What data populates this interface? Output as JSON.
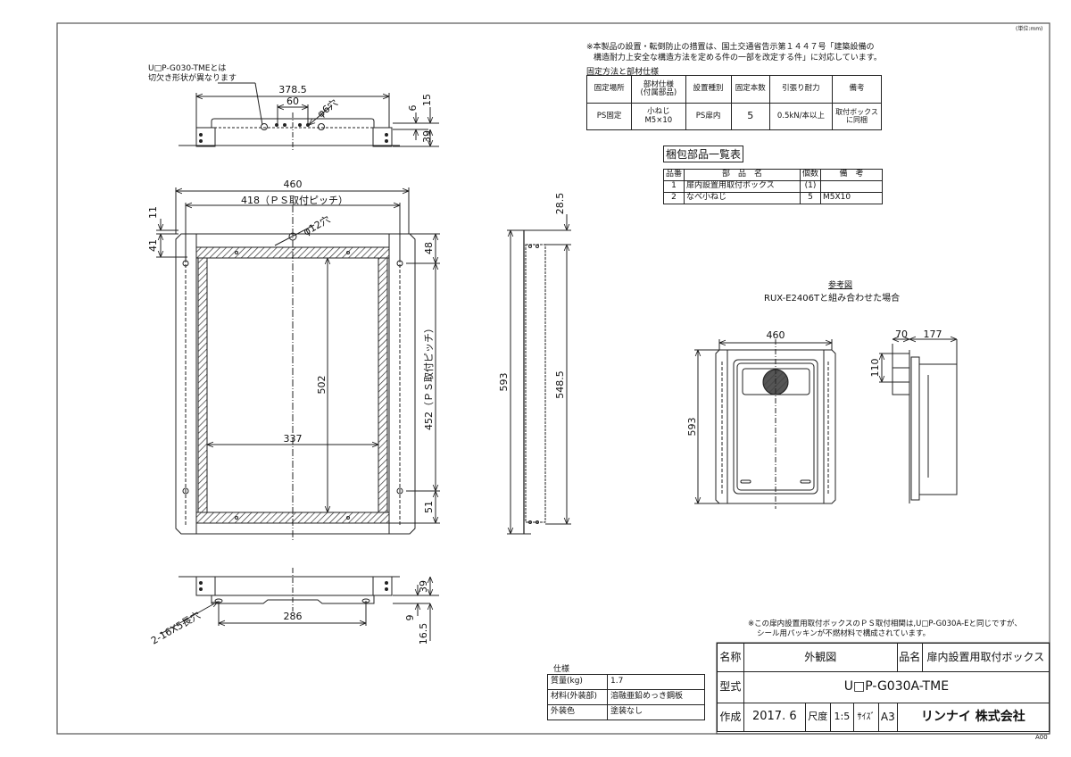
{
  "sheet": {
    "unit_label": "(単位:mm)",
    "revision": "A00"
  },
  "notes": {
    "top_note_line1": "※本製品の設置・転倒防止の措置は、国土交通省告示第１４４７号「建築設備の",
    "top_note_line2": "構造耐力上安全な構造方法を定める件の一部を改定する件」に対応しています。",
    "bottom_note_line1": "※この扉内設置用取付ボックスのＰＳ取付相関は,U□P-G030A-Eと同じですが、",
    "bottom_note_line2": "シール用パッキンが不燃材料で構成されています。",
    "top_view_note_line1": "U□P-G030-TMEとは",
    "top_view_note_line2": "切欠き形状が異なります"
  },
  "fixing_table": {
    "title": "固定方法と部材仕様",
    "headers": [
      "固定場所",
      "部材仕様\n(付属部品)",
      "設置種別",
      "固定本数",
      "引張り耐力",
      "備考"
    ],
    "rows": [
      [
        "PS固定",
        "小ねじ\nM5×10",
        "PS扉内",
        "5",
        "0.5kN/本以上",
        "取付ボックス\nに同梱"
      ]
    ]
  },
  "parts_table": {
    "title": "梱包部品一覧表",
    "headers": [
      "品番",
      "部　品　名",
      "個数",
      "備　考"
    ],
    "rows": [
      [
        "1",
        "扉内設置用取付ボックス",
        "(1)",
        ""
      ],
      [
        "2",
        "なべ小ねじ",
        "5",
        "M5X10"
      ]
    ]
  },
  "spec_table": {
    "title": "仕様",
    "rows": [
      [
        "質量(kg)",
        "1.7"
      ],
      [
        "材料(外装部)",
        "溶融亜鉛めっき鋼板"
      ],
      [
        "外装色",
        "塗装なし"
      ]
    ]
  },
  "title_block": {
    "name_label": "名称",
    "name_value": "外観図",
    "product_label": "品名",
    "product_value": "扉内設置用取付ボックス",
    "model_label": "型式",
    "model_value": "U□P-G030A-TME",
    "created_label": "作成",
    "created_value": "2017. 6",
    "scale_label": "尺度",
    "scale_value": "1:5",
    "size_label": "ｻｲｽﾞ",
    "size_value": "A3",
    "company": "リンナイ 株式会社"
  },
  "reference": {
    "title": "参考図",
    "subtitle": "RUX-E2406Tと組み合わせた場合",
    "dim_width": "460",
    "dim_height": "593",
    "dim_side_70": "70",
    "dim_side_177": "177",
    "dim_side_110": "110"
  },
  "dimensions": {
    "top_view": {
      "overall": "378.5",
      "pitch": "60",
      "hole": "φ6穴",
      "d6": "6",
      "d15": "15",
      "d39": "39"
    },
    "front_view": {
      "overall_width": "460",
      "ps_pitch": "418（ＰＳ取付ピッチ）",
      "hole": "φ12穴",
      "d11": "11",
      "d41": "41",
      "d48": "48",
      "inner_height": "502",
      "inner_width": "337",
      "ps_vpitch": "452（ＰＳ取付ピッチ）",
      "d51": "51"
    },
    "side_view": {
      "d28_5": "28.5",
      "overall_height": "593",
      "d548_5": "548.5"
    },
    "bottom_view": {
      "slot": "2-16X5長穴",
      "pitch": "286",
      "d39": "39",
      "d9": "9",
      "d16_5": "16.5"
    }
  }
}
